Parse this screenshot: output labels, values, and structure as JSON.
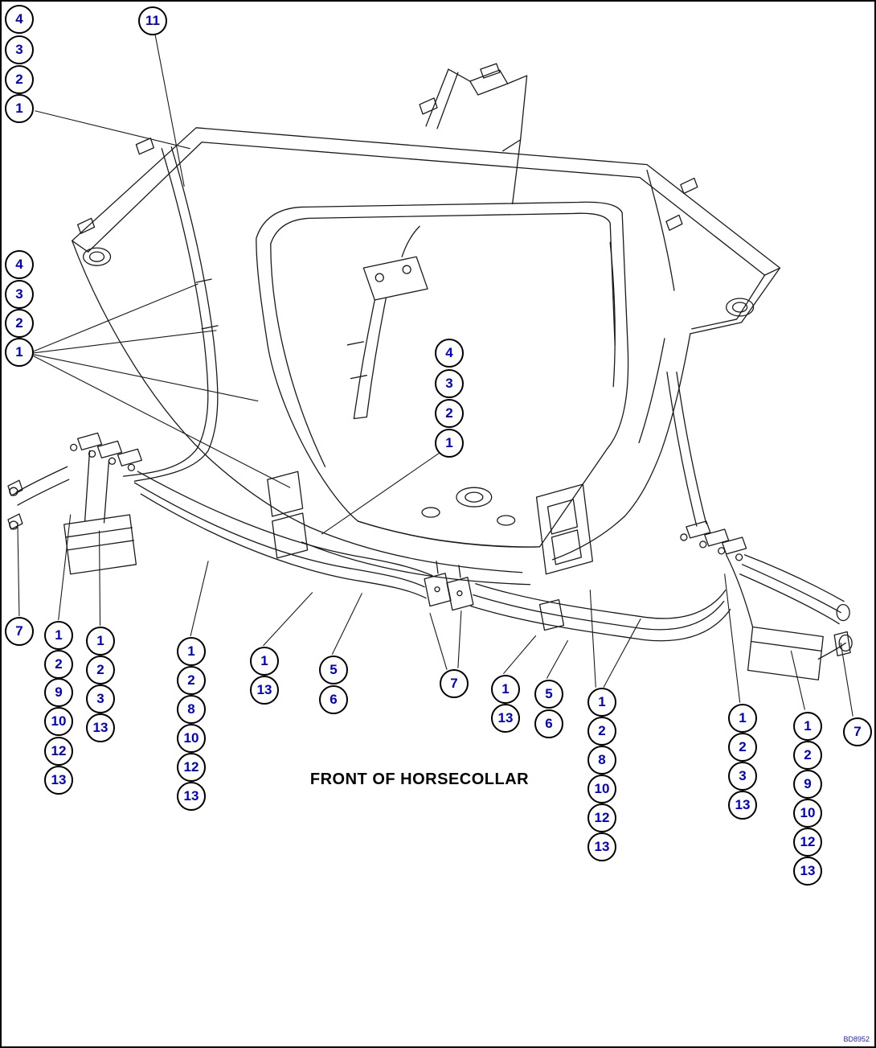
{
  "page": {
    "caption": "FRONT OF HORSECOLLAR",
    "drawing_code": "BD8952",
    "background": "#ffffff",
    "line_color": "#1a1a1a",
    "callout_color": "#0000c8"
  },
  "callout_groups": [
    {
      "name": "top-left-stack",
      "items": [
        "4",
        "3",
        "2",
        "1"
      ]
    },
    {
      "name": "top-center-single",
      "items": [
        "11"
      ]
    },
    {
      "name": "mid-left-stack",
      "items": [
        "4",
        "3",
        "2",
        "1"
      ]
    },
    {
      "name": "center-stack",
      "items": [
        "4",
        "3",
        "2",
        "1"
      ]
    },
    {
      "name": "far-left-single",
      "items": [
        "7"
      ]
    },
    {
      "name": "left-column-1",
      "items": [
        "1",
        "2",
        "9",
        "10",
        "12",
        "13"
      ]
    },
    {
      "name": "left-column-2",
      "items": [
        "1",
        "2",
        "3",
        "13"
      ]
    },
    {
      "name": "left-column-3",
      "items": [
        "1",
        "2",
        "8",
        "10",
        "12",
        "13"
      ]
    },
    {
      "name": "left-column-4",
      "items": [
        "1",
        "13"
      ]
    },
    {
      "name": "left-column-5",
      "items": [
        "5",
        "6"
      ]
    },
    {
      "name": "center-single",
      "items": [
        "7"
      ]
    },
    {
      "name": "right-column-1",
      "items": [
        "1",
        "13"
      ]
    },
    {
      "name": "right-column-2",
      "items": [
        "5",
        "6"
      ]
    },
    {
      "name": "right-column-3",
      "items": [
        "1",
        "2",
        "8",
        "10",
        "12",
        "13"
      ]
    },
    {
      "name": "right-column-4",
      "items": [
        "1",
        "2",
        "3",
        "13"
      ]
    },
    {
      "name": "right-column-5",
      "items": [
        "1",
        "2",
        "9",
        "10",
        "12",
        "13"
      ]
    },
    {
      "name": "far-right-single",
      "items": [
        "7"
      ]
    }
  ]
}
